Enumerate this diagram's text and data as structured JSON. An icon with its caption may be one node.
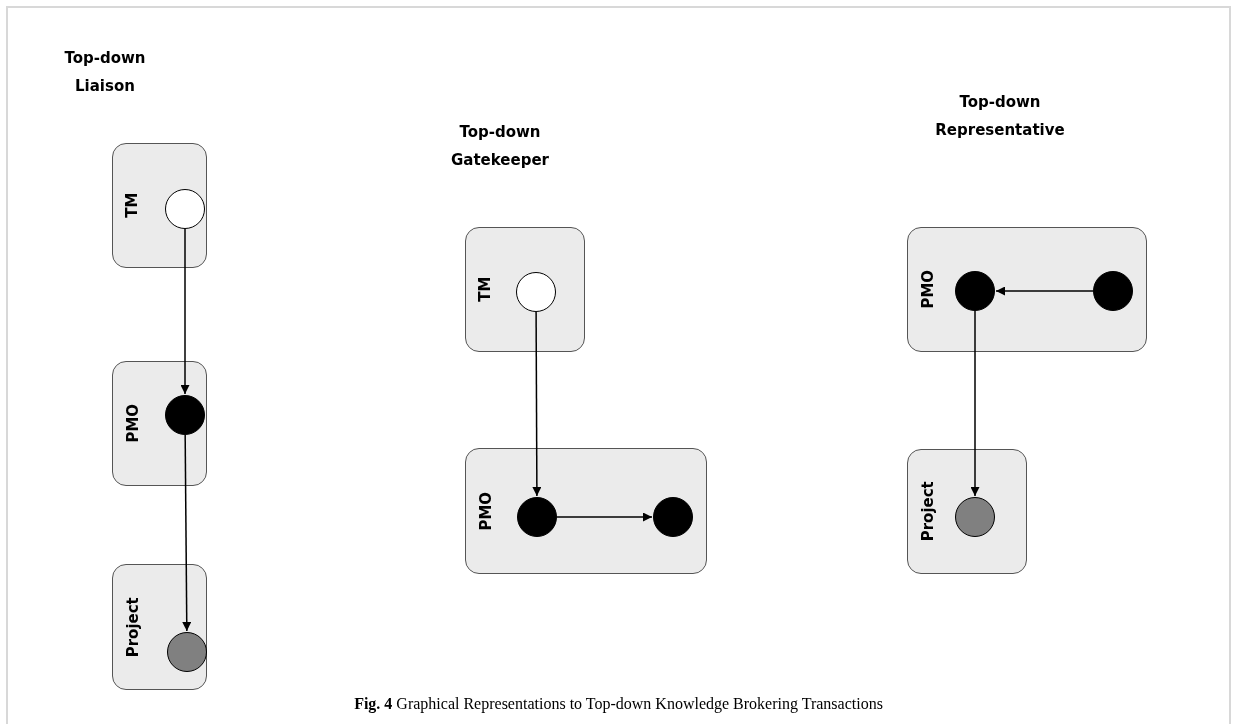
{
  "diagram": {
    "caption": "**Fig. 4** Graphical Representations to Top-down Knowledge Brokering Transactions",
    "nodes": [
      {
        "text": [
          "TM"
        ]
      },
      {
        "text": [],
        "shape": "circle",
        "in": 0
      },
      {
        "text": [
          "PMO"
        ]
      },
      {
        "text": [],
        "shape": "circle",
        "in": 2
      },
      {
        "text": [
          "Project"
        ]
      },
      {
        "text": [],
        "shape": "circle",
        "in": 4
      },
      {
        "text": [
          "TM"
        ]
      },
      {
        "text": [],
        "shape": "circle",
        "in": 6
      },
      {
        "text": [
          "PMO"
        ]
      },
      {
        "text": [],
        "shape": "circle",
        "in": 8
      },
      {
        "text": [],
        "shape": "circle",
        "in": 8
      },
      {
        "text": [
          "PMO"
        ]
      },
      {
        "text": [],
        "shape": "circle",
        "in": 11
      },
      {
        "text": [],
        "shape": "circle",
        "in": 11
      },
      {
        "text": [
          "Project"
        ]
      },
      {
        "text": [],
        "shape": "circle",
        "in": 14
      }
    ],
    "edges": [
      {
        "from": 1,
        "to": 3,
        "arrow": "to"
      },
      {
        "from": 3,
        "to": 5,
        "arrow": "to"
      },
      {
        "from": 7,
        "to": 9,
        "arrow": "to"
      },
      {
        "from": 9,
        "to": 10,
        "arrow": "to"
      },
      {
        "from": 13,
        "to": 12,
        "arrow": "to"
      },
      {
        "from": 12,
        "to": 15,
        "arrow": "to"
      }
    ],
    "labels": [
      "Top-down Liaison",
      "Top-down Gatekeeper",
      "Top-down Representative"
    ]
  }
}
